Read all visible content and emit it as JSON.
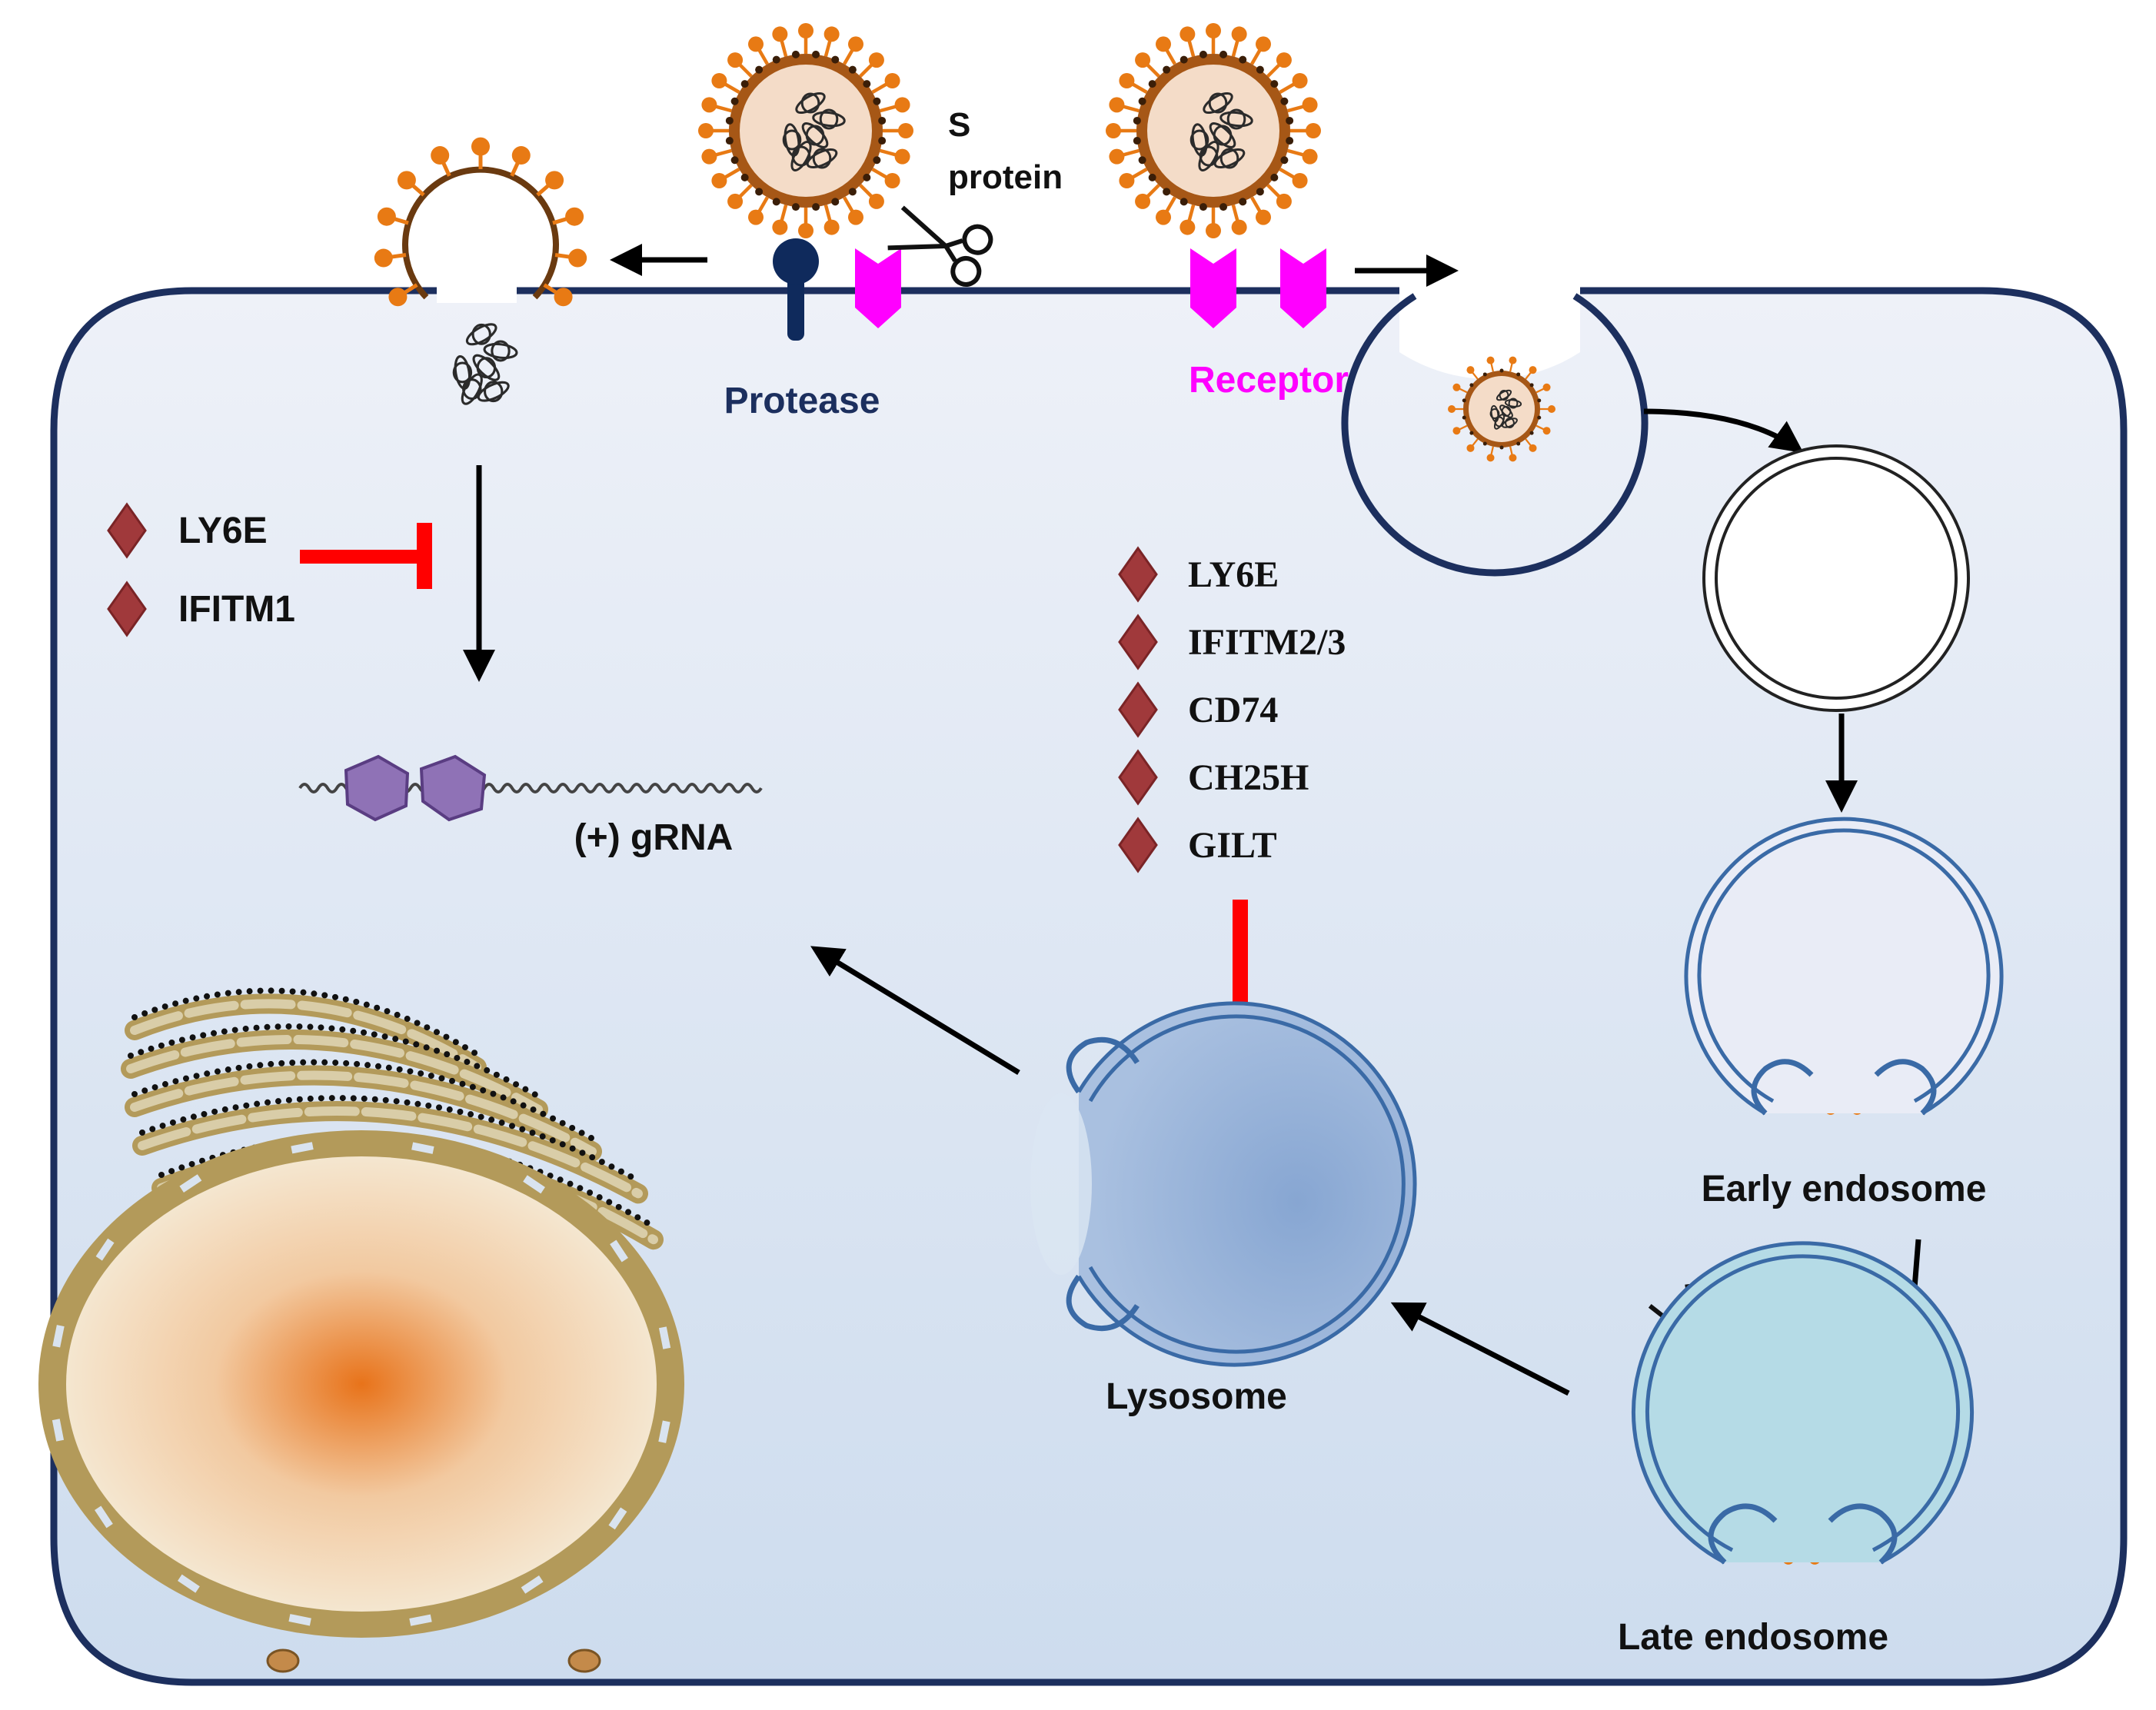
{
  "labels": {
    "s_protein_line1": "S",
    "s_protein_line2": "protein",
    "protease": "Protease",
    "receptor": "Receptor",
    "grna": "(+) gRNA",
    "early_endosome": "Early endosome",
    "late_endosome": "Late endosome",
    "lysosome": "Lysosome"
  },
  "membrane_fusion_inhibitors": [
    "LY6E",
    "IFITM1"
  ],
  "endosomal_inhibitors": [
    "LY6E",
    "IFITM2/3",
    "CD74",
    "CH25H",
    "GILT"
  ],
  "colors": {
    "membrane": "#1c2f5e",
    "cytoplasm_top": "#eef1f8",
    "cytoplasm_bottom": "#cddcee",
    "receptor": "#ff00ff",
    "protease": "#0f2a5c",
    "spike": "#e87a14",
    "virus_core": "#f4dcc8",
    "inhibition": "#ff0000",
    "diamond": "#a0393b",
    "er": "#b39a5a",
    "nucleus_center": "#e8731a",
    "lysosome_fill": "#93b1d8",
    "late_endosome_fill": "#b5dbe6",
    "endosome_ring": "#3a6aa6"
  }
}
